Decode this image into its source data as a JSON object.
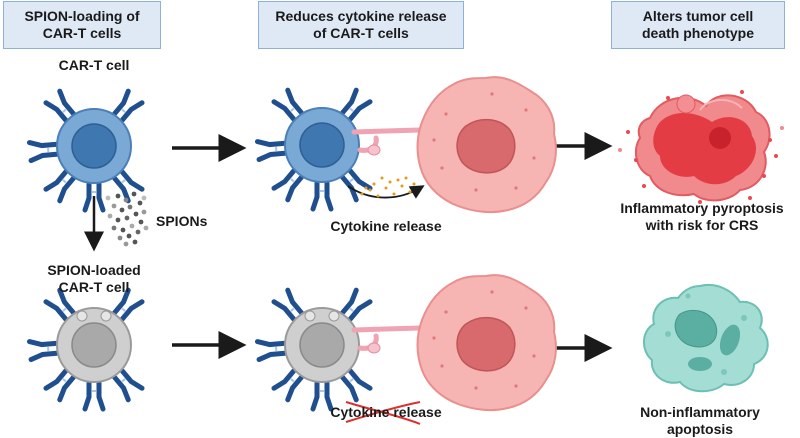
{
  "headers": [
    "SPION-loading of\nCAR-T cells",
    "Reduces cytokine release\nof CAR-T cells",
    "Alters tumor cell\ndeath phenotype"
  ],
  "labels": {
    "car_t_cell": "CAR-T cell",
    "spions": "SPIONs",
    "spion_loaded": "SPION-loaded\nCAR-T cell",
    "cytokine_release": "Cytokine release",
    "cytokine_release_blocked": "Cytokine release",
    "pyroptosis": "Inflammatory pyroptosis\nwith risk for CRS",
    "apoptosis": "Non-inflammatory\napoptosis"
  },
  "colors": {
    "header_fill": "#dfe9f6",
    "header_border": "#8fb0d8",
    "car_t_cell": "#5b8fc4",
    "spion_loaded_cell": "#c8c8c8",
    "car_receptor": "#1f4f8f",
    "tumor_cell": "#f4a9a8",
    "pyroptotic_cell": "#e8494e",
    "apoptotic_cell": "#8fd3c9",
    "cytokine": "#e39a1f",
    "cross_out": "#d9312f"
  }
}
